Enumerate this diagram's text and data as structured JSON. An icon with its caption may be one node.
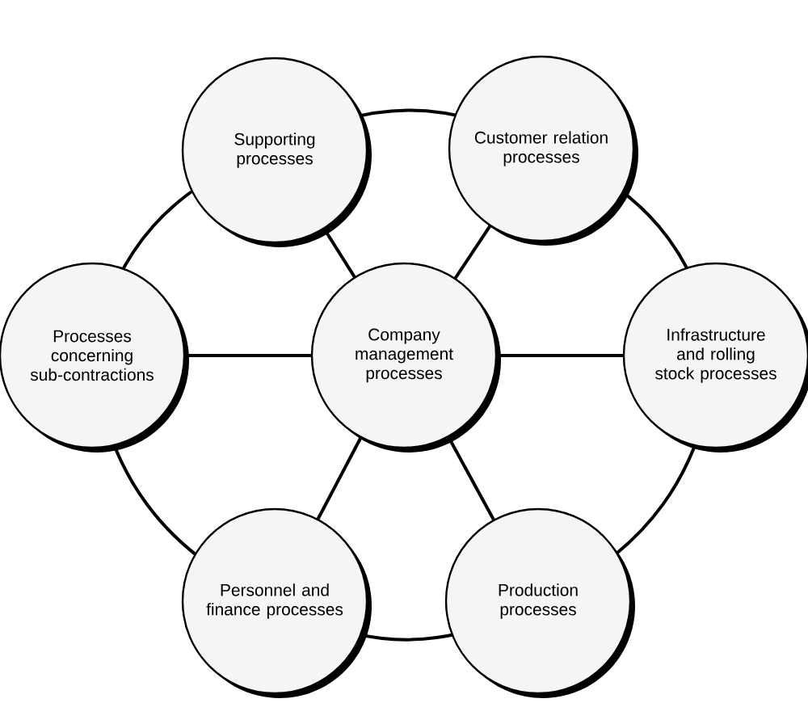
{
  "diagram": {
    "nodes": [
      {
        "text": [
          "Supporting processes"
        ]
      },
      {
        "text": [
          "Customer relation processes"
        ]
      },
      {
        "text": [
          "Processes concerning sub-contractions"
        ]
      },
      {
        "text": [
          "Company management processes"
        ]
      },
      {
        "text": [
          "Infrastructure and rolling stock processes"
        ]
      },
      {
        "text": [
          "Personnel and finance processes"
        ]
      },
      {
        "text": [
          "Production processes"
        ]
      }
    ],
    "edges": [
      {
        "from": 0,
        "to": 1,
        "arrow": "none"
      },
      {
        "from": 1,
        "to": 4,
        "arrow": "none"
      },
      {
        "from": 4,
        "to": 6,
        "arrow": "none"
      },
      {
        "from": 6,
        "to": 5,
        "arrow": "none"
      },
      {
        "from": 5,
        "to": 2,
        "arrow": "none"
      },
      {
        "from": 2,
        "to": 0,
        "arrow": "none"
      },
      {
        "from": 3,
        "to": 0,
        "arrow": "none"
      },
      {
        "from": 3,
        "to": 1,
        "arrow": "none"
      },
      {
        "from": 3,
        "to": 2,
        "arrow": "none"
      },
      {
        "from": 3,
        "to": 4,
        "arrow": "none"
      },
      {
        "from": 3,
        "to": 5,
        "arrow": "none"
      },
      {
        "from": 3,
        "to": 6,
        "arrow": "none"
      }
    ]
  }
}
